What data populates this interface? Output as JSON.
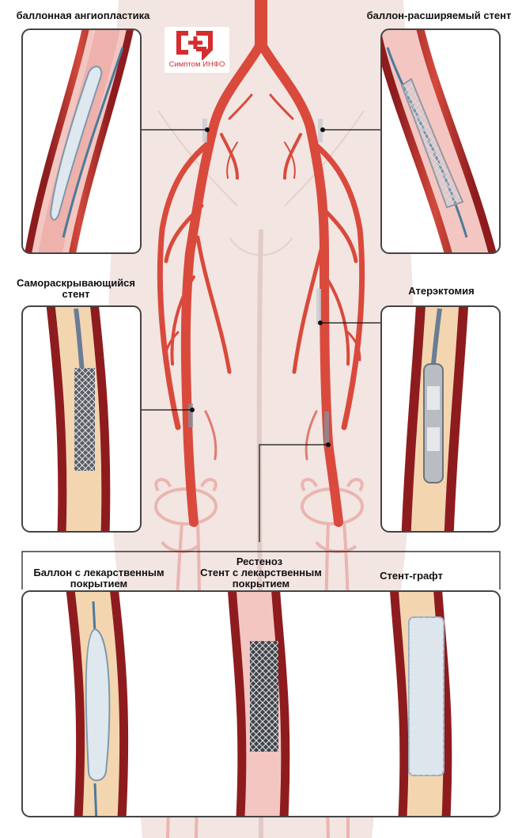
{
  "logo": {
    "text": "Симптом ИНФО",
    "color": "#d42d2f"
  },
  "labels": {
    "balloon_angioplasty": "баллонная ангиопластика",
    "balloon_expandable_stent": "баллон-расширяемый стент",
    "self_expanding_stent": "Самораскрывающийся стент",
    "atherectomy": "Атерэктомия",
    "drug_coated_balloon": "Баллон с лекарственным покрытием",
    "restenosis": "Рестеноз",
    "drug_eluting_stent": "Стент с лекарственным покрытием",
    "stent_graft": "Стент-графт"
  },
  "colors": {
    "artery": "#d94a3c",
    "artery_dark": "#a8262a",
    "body": "#f1e3e0",
    "panel_border": "#444444"
  }
}
